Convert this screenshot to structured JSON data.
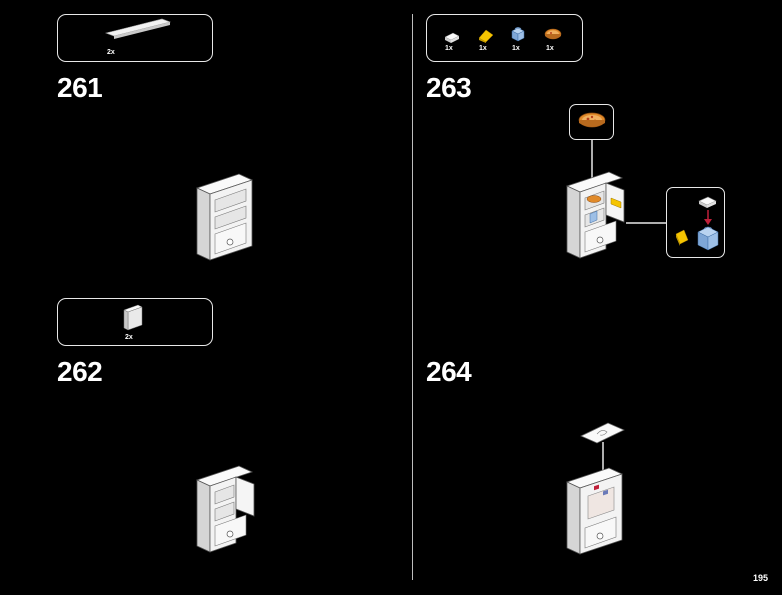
{
  "steps": [
    {
      "number": "261",
      "parts": [
        {
          "name": "white-plate-1x8",
          "qty": "2x"
        }
      ]
    },
    {
      "number": "262",
      "parts": [
        {
          "name": "white-door-panel",
          "qty": "2x"
        }
      ]
    },
    {
      "number": "263",
      "parts": [
        {
          "name": "white-tile-1x1",
          "qty": "1x"
        },
        {
          "name": "yellow-cheese-slope",
          "qty": "1x"
        },
        {
          "name": "blue-brick-1x1",
          "qty": "1x"
        },
        {
          "name": "pizza-tile",
          "qty": "1x"
        }
      ]
    },
    {
      "number": "264",
      "parts": []
    }
  ],
  "page_number": "195",
  "colors": {
    "background": "#000000",
    "frame": "#e8e8e8",
    "fridge": "#f4f4f4",
    "yellow": "#f5c400",
    "blue": "#8fb8e8",
    "pizza": "#e08a2a"
  }
}
